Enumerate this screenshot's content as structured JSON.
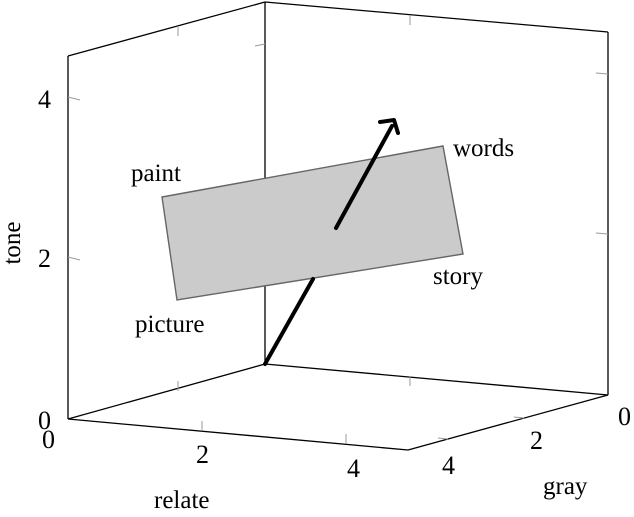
{
  "axes": {
    "x_label": "relate",
    "y_label": "gray",
    "z_label": "tone"
  },
  "ticks": {
    "relate": [
      "0",
      "2",
      "4"
    ],
    "gray": [
      "0",
      "2",
      "4"
    ],
    "tone": [
      "0",
      "2",
      "4"
    ]
  },
  "labels": {
    "paint": "paint",
    "words": "words",
    "story": "story",
    "picture": "picture"
  },
  "colors": {
    "plane_fill": "#cbcbcb",
    "plane_stroke": "#666666",
    "arrow": "#000000"
  }
}
